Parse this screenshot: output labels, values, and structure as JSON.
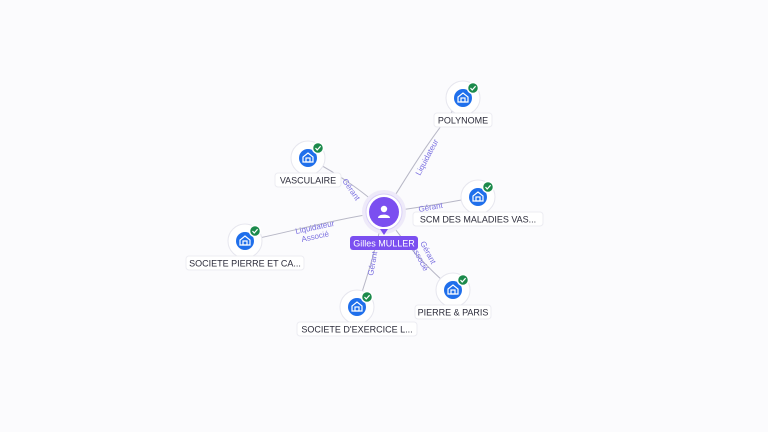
{
  "colors": {
    "person": "#7b4ff0",
    "company": "#1f6feb",
    "check": "#1b8a4b",
    "edge": "#b7b7c6",
    "edge_label": "#7a6fe0"
  },
  "center": {
    "name": "Gilles MULLER",
    "icon": "person-icon"
  },
  "companies": [
    {
      "id": "polynome",
      "name": "POLYNOME",
      "icon": "building-icon",
      "status_icon": "check-icon",
      "relation": [
        "Liquidateur"
      ]
    },
    {
      "id": "vasculaire",
      "name": "VASCULAIRE",
      "icon": "building-icon",
      "status_icon": "check-icon",
      "relation": [
        "Gérant"
      ]
    },
    {
      "id": "scm",
      "name": "SCM DES MALADIES VAS...",
      "icon": "building-icon",
      "status_icon": "check-icon",
      "relation": [
        "Gérant"
      ]
    },
    {
      "id": "societe-pierre",
      "name": "SOCIETE PIERRE ET CA...",
      "icon": "building-icon",
      "status_icon": "check-icon",
      "relation": [
        "Liquidateur",
        "Associé"
      ]
    },
    {
      "id": "pierre-paris",
      "name": "PIERRE & PARIS",
      "icon": "building-icon",
      "status_icon": "check-icon",
      "relation": [
        "Gérant",
        "Associé"
      ]
    },
    {
      "id": "societe-exercice",
      "name": "SOCIETE D'EXERCICE L...",
      "icon": "building-icon",
      "status_icon": "check-icon",
      "relation": [
        "Gérant"
      ]
    }
  ]
}
